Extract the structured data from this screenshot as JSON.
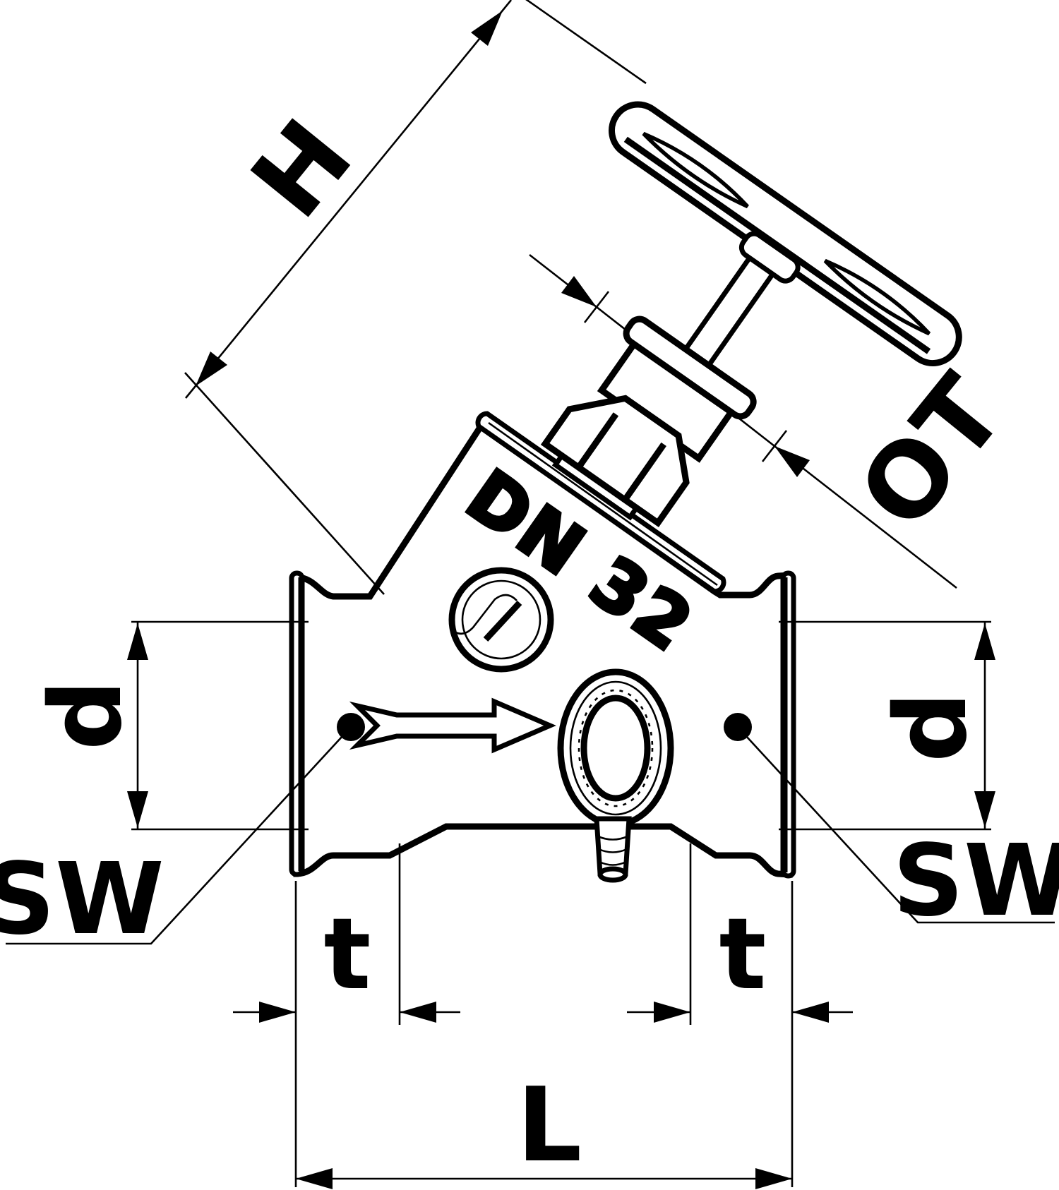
{
  "figure": {
    "kind": "technical line drawing",
    "subject": "slanted-seat stop valve with press connections, dimension diagram",
    "background_color": "#ffffff",
    "line_color": "#000000"
  },
  "labels": {
    "height": "H",
    "open_top": "OT",
    "diameter_left": "d",
    "diameter_right": "d",
    "wrench_size_left": "SW",
    "wrench_size_right": "SW",
    "insertion_depth_left": "t",
    "insertion_depth_right": "t",
    "overall_length": "L",
    "valve_marking": "DN 32"
  }
}
